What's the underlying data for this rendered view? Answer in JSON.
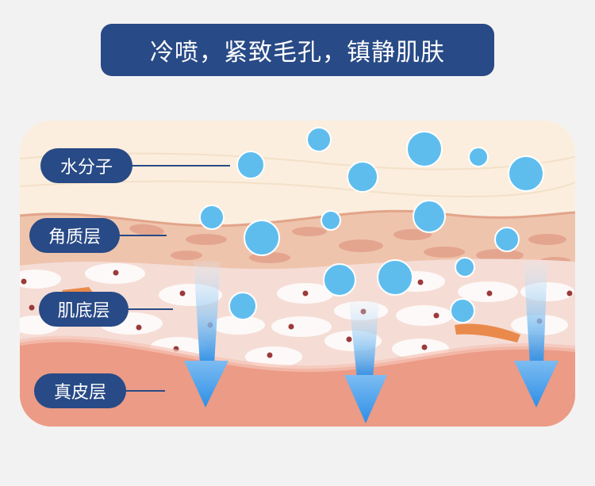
{
  "title": "冷喷，紧致毛孔，镇静肌肤",
  "labels": {
    "water_molecule": "水分子",
    "stratum_corneum": "角质层",
    "basal_layer": "肌底层",
    "dermis": "真皮层"
  },
  "colors": {
    "title_bg": "#284a86",
    "droplet": "#5fbdee",
    "arrow": "#2e8fe6",
    "dermis": "#ec9b86",
    "top_layer": "#fbeede"
  }
}
